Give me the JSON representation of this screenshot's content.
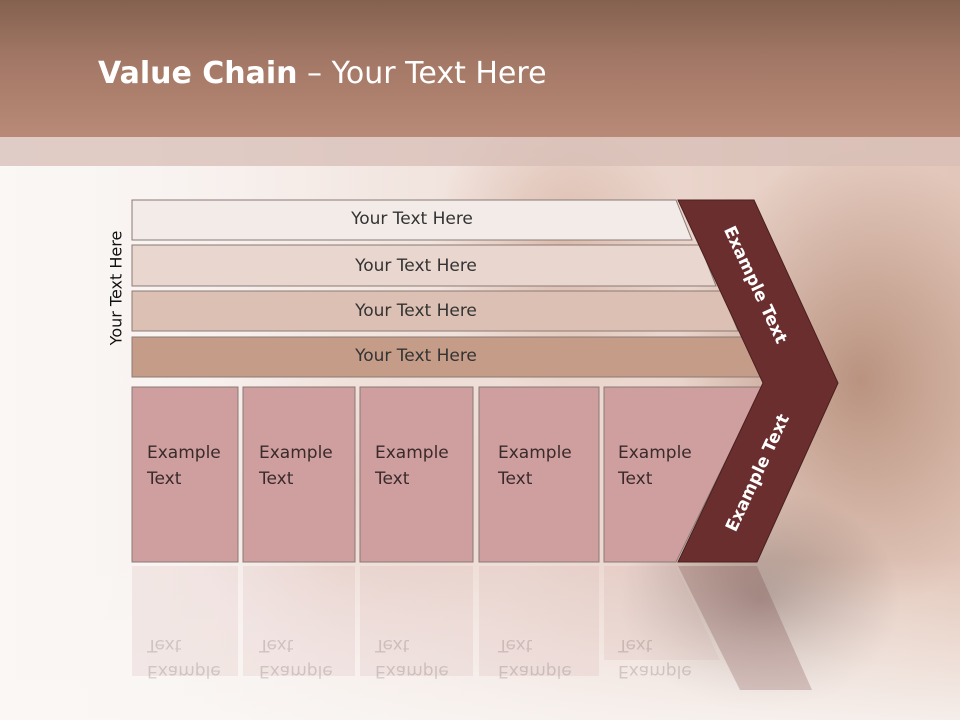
{
  "slide": {
    "title_bold": "Value Chain",
    "title_rest": " – Your Text Here",
    "side_label": "Your Text Here"
  },
  "bars": [
    {
      "label": "Your Text Here",
      "fill": "#f3ebe8"
    },
    {
      "label": "Your Text Here",
      "fill": "#e8d6cf"
    },
    {
      "label": "Your Text Here",
      "fill": "#dcc0b3"
    },
    {
      "label": "Your Text Here",
      "fill": "#c59c88"
    }
  ],
  "activities": [
    {
      "line1": "Example",
      "line2": "Text"
    },
    {
      "line1": "Example",
      "line2": "Text"
    },
    {
      "line1": "Example",
      "line2": "Text"
    },
    {
      "line1": "Example",
      "line2": "Text"
    },
    {
      "line1": "Example",
      "line2": "Text"
    }
  ],
  "chevron": {
    "upper_label": "Example Text",
    "lower_label": "Example Text",
    "fill": "#6b2e2e"
  },
  "colors": {
    "activity_fill": "#cf9fa0",
    "header_top": "#84614f",
    "header_bottom": "#b88a77"
  }
}
